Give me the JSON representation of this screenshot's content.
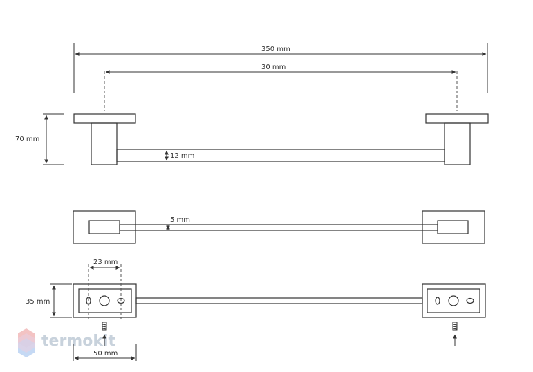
{
  "dimensions": {
    "overall_width": "350 mm",
    "mount_spacing": "30 mm",
    "height": "70 mm",
    "bar_height": "12 mm",
    "bar_thickness": "5 mm",
    "hole_spacing": "23 mm",
    "base_height": "35 mm",
    "base_width": "50 mm"
  },
  "brand": {
    "name": "termokit",
    "colors": {
      "logo_red": "#f0b4b4",
      "logo_blue": "#b4cdf0",
      "logo_text": "#c8d2dc"
    }
  },
  "colors": {
    "line": "#333333",
    "dashed": "#555555"
  }
}
